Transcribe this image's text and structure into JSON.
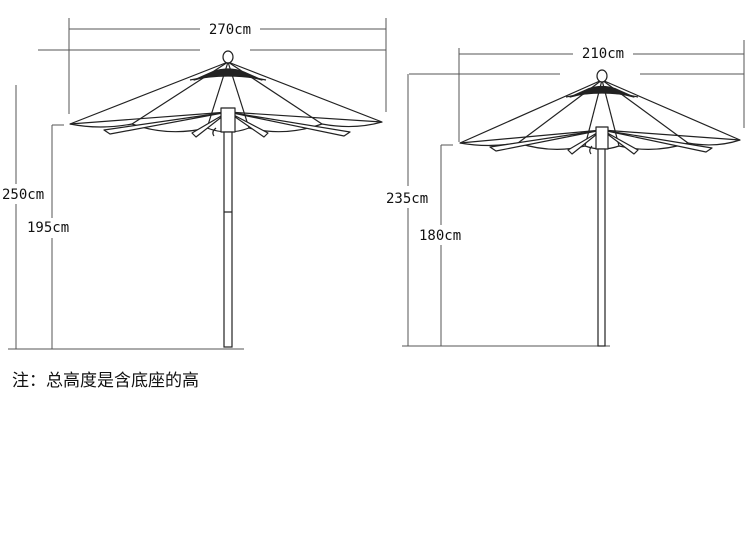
{
  "colors": {
    "line": "#222222",
    "dim": "#555555",
    "text": "#111111",
    "bg": "#ffffff"
  },
  "umbrellas": [
    {
      "id": "large",
      "width_label": "270cm",
      "total_height_label": "250cm",
      "clearance_label": "195cm"
    },
    {
      "id": "small",
      "width_label": "210cm",
      "total_height_label": "235cm",
      "clearance_label": "180cm"
    }
  ],
  "note": "注：总高度是含底座的高"
}
